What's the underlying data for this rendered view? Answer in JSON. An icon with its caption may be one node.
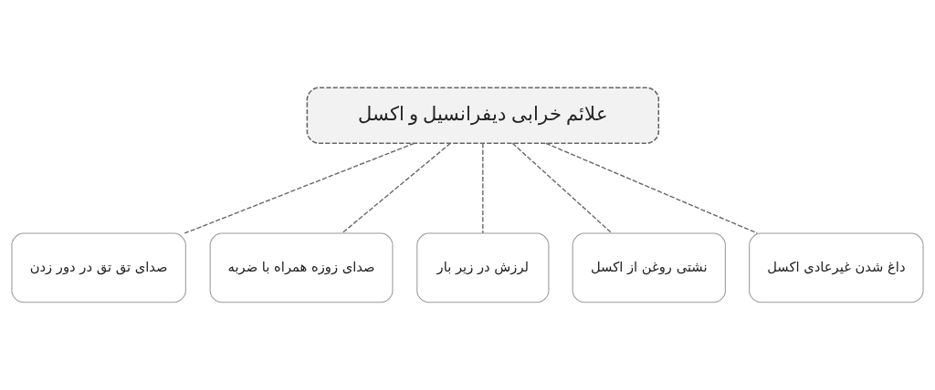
{
  "diagram": {
    "nodes": [
      {
        "text": [
          "علائم خرابی دیفرانسیل و اکسل"
        ]
      },
      {
        "text": [
          "داغ شدن غیرعادی اکسل"
        ]
      },
      {
        "text": [
          "نشتی روغن از اکسل"
        ]
      },
      {
        "text": [
          "لرزش در زیر بار"
        ]
      },
      {
        "text": [
          "صدای زوزه همراه با ضربه"
        ]
      },
      {
        "text": [
          "صدای تق تق در دور زدن"
        ]
      }
    ],
    "edges": [
      {
        "from": 0,
        "to": 1,
        "arrow": "none",
        "style": "dashed"
      },
      {
        "from": 0,
        "to": 2,
        "arrow": "none",
        "style": "dashed"
      },
      {
        "from": 0,
        "to": 3,
        "arrow": "none",
        "style": "dashed"
      },
      {
        "from": 0,
        "to": 4,
        "arrow": "none",
        "style": "dashed"
      },
      {
        "from": 0,
        "to": 5,
        "arrow": "none",
        "style": "dashed"
      }
    ]
  }
}
